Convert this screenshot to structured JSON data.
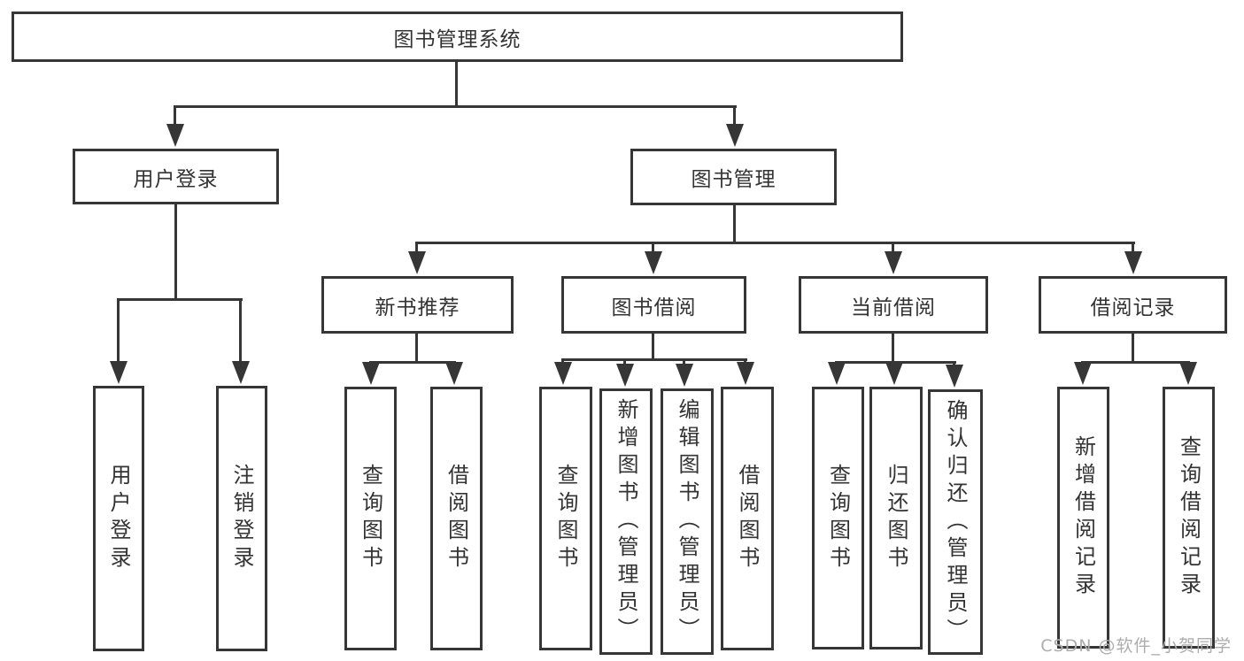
{
  "diagram": {
    "watermark": "CSDN @软件_小贺同学",
    "colors": {
      "line": "#363636",
      "text": "#333333",
      "background": "#ffffff",
      "watermark": "#adadad"
    },
    "nodes": {
      "system": {
        "label": "图书管理系统"
      },
      "userLoginGroup": {
        "label": "用户登录"
      },
      "bookManagement": {
        "label": "图书管理"
      },
      "userLogin": {
        "label": "用户登录"
      },
      "logoutLogin": {
        "label": "注销登录"
      },
      "newBookRecommend": {
        "label": "新书推荐"
      },
      "bookBorrow": {
        "label": "图书借阅"
      },
      "currentBorrow": {
        "label": "当前借阅"
      },
      "borrowRecords": {
        "label": "借阅记录"
      },
      "recQueryBooks": {
        "label": "查询图书"
      },
      "recBorrowBooks": {
        "label": "借阅图书"
      },
      "bbQueryBooks": {
        "label": "查询图书"
      },
      "bbAddBooks": {
        "label": "新增图书（管理员）"
      },
      "bbEditBooks": {
        "label": "编辑图书（管理员）"
      },
      "bbBorrowBooks": {
        "label": "借阅图书"
      },
      "cbQueryBooks": {
        "label": "查询图书"
      },
      "cbReturnBooks": {
        "label": "归还图书"
      },
      "cbConfirmReturn": {
        "label": "确认归还（管理员）"
      },
      "brAddRecord": {
        "label": "新增借阅记录"
      },
      "brQueryRecord": {
        "label": "查询借阅记录"
      }
    }
  }
}
